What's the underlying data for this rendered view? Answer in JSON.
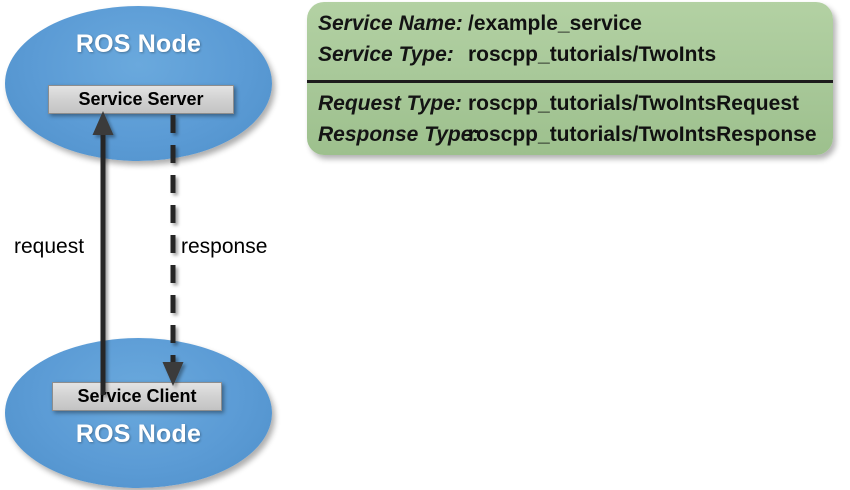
{
  "diagram": {
    "title": "ROS Service communication diagram",
    "colors": {
      "node_blue": "#5B9BD5",
      "role_box_gray": "#D2D2D2",
      "info_panel_green": "#A9C99A",
      "arrow_black": "#262626",
      "node_text_white": "#FFFFFF"
    }
  },
  "server_node": {
    "title": "ROS Node",
    "role_label": "Service Server"
  },
  "client_node": {
    "title": "ROS Node",
    "role_label": "Service Client"
  },
  "flows": {
    "request": {
      "label": "request",
      "style": "solid",
      "direction": "client-to-server"
    },
    "response": {
      "label": "response",
      "style": "dashed",
      "direction": "server-to-client"
    }
  },
  "info_panel": {
    "top_rows": [
      {
        "label": "Service Name:",
        "value": "/example_service"
      },
      {
        "label": "Service Type:",
        "value": "roscpp_tutorials/TwoInts"
      }
    ],
    "bottom_rows": [
      {
        "label": "Request Type:",
        "value": "roscpp_tutorials/TwoIntsRequest"
      },
      {
        "label": "Response Type:",
        "value": "roscpp_tutorials/TwoIntsResponse"
      }
    ]
  }
}
